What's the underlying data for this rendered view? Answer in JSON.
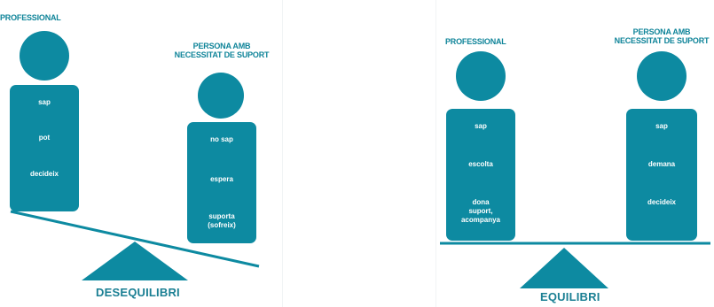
{
  "colors": {
    "primary": "#0d8aa1",
    "text": "#0f8499",
    "on_primary": "#ffffff"
  },
  "left": {
    "professional": {
      "title": "PROFESSIONAL",
      "words": [
        "sap",
        "pot",
        "decideix"
      ]
    },
    "person": {
      "title_line1": "PERSONA AMB",
      "title_line2": "NECESSITAT DE SUPORT",
      "words": [
        "no sap",
        "espera",
        "suporta (sofreix)"
      ],
      "words_multiline": [
        "suporta",
        "(sofreix)"
      ]
    },
    "caption": "DESEQUILIBRI"
  },
  "right": {
    "professional": {
      "title": "PROFESSIONAL",
      "words": [
        "sap",
        "escolta",
        "dona suport, acompanya"
      ],
      "words_multiline": [
        "dona",
        "suport,",
        "acompanya"
      ]
    },
    "person": {
      "title_line1": "PERSONA AMB",
      "title_line2": "NECESSITAT DE SUPORT",
      "words": [
        "sap",
        "demana",
        "decideix"
      ]
    },
    "caption": "EQUILIBRI"
  }
}
